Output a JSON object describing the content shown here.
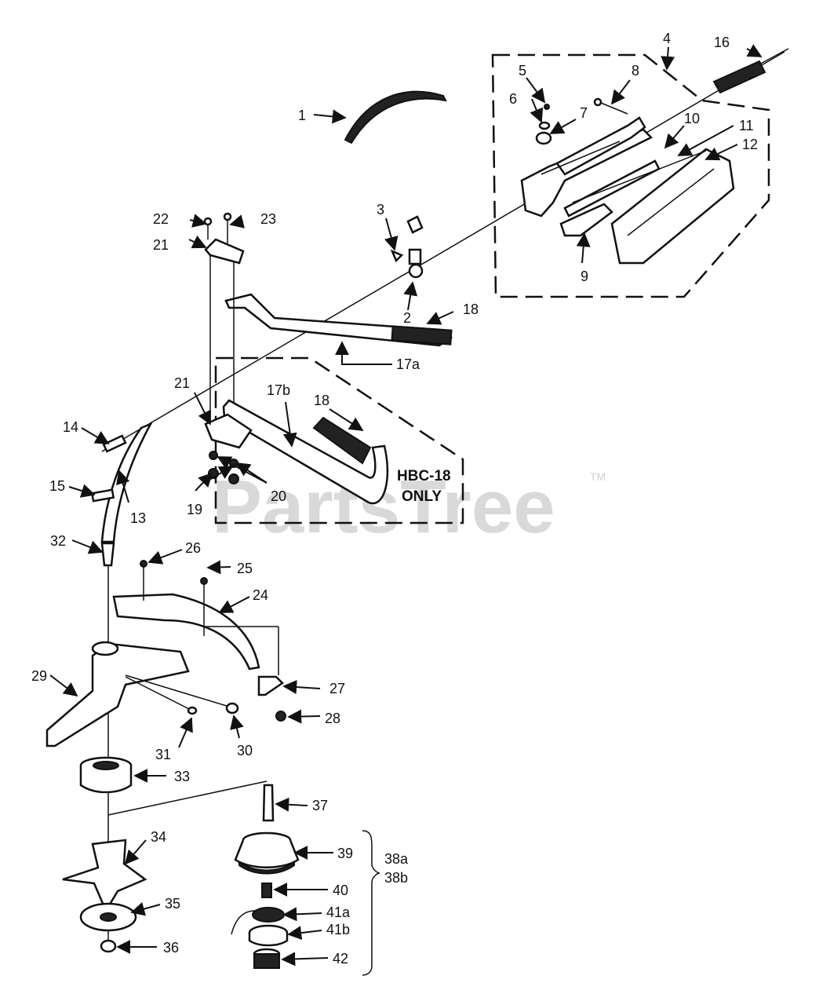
{
  "watermark": {
    "text": "PartsTree",
    "trademark": "TM"
  },
  "note": {
    "line1": "HBC-18",
    "line2": "ONLY"
  },
  "labels": {
    "p1": "1",
    "p2": "2",
    "p3": "3",
    "p4": "4",
    "p5": "5",
    "p6": "6",
    "p7": "7",
    "p8": "8",
    "p9": "9",
    "p10": "10",
    "p11": "11",
    "p12": "12",
    "p13": "13",
    "p14": "14",
    "p15": "15",
    "p16": "16",
    "p17a": "17a",
    "p17b": "17b",
    "p18a": "18",
    "p18b": "18",
    "p19": "19",
    "p20": "20",
    "p21a": "21",
    "p21b": "21",
    "p22": "22",
    "p23": "23",
    "p24": "24",
    "p25": "25",
    "p26": "26",
    "p27": "27",
    "p28": "28",
    "p29": "29",
    "p30": "30",
    "p31": "31",
    "p32": "32",
    "p33": "33",
    "p34": "34",
    "p35": "35",
    "p36": "36",
    "p37": "37",
    "p38a": "38a",
    "p38b": "38b",
    "p39": "39",
    "p40": "40",
    "p41a": "41a",
    "p41b": "41b",
    "p42": "42"
  }
}
